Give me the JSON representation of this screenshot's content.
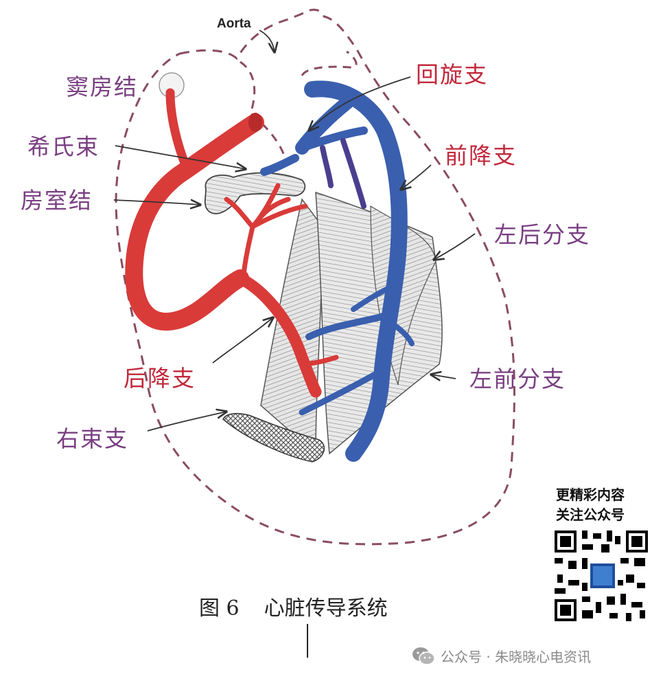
{
  "diagram": {
    "aorta": "Aorta",
    "labels": {
      "sa_node": "窦房结",
      "his_bundle": "希氏束",
      "av_node": "房室结",
      "circumflex": "回旋支",
      "lad": "前降支",
      "left_posterior_fascicle": "左后分支",
      "left_anterior_fascicle": "左前分支",
      "pda": "后降支",
      "right_bundle_branch": "右束支"
    },
    "caption_number": "图 6",
    "caption_title": "心脏传导系统"
  },
  "qr": {
    "line1": "更精彩内容",
    "line2": "关注公众号"
  },
  "watermark": "公众号 · 朱晓晓心电资讯",
  "colors": {
    "artery_red": "#d93b39",
    "artery_blue": "#3a5fae",
    "label_purple": "#7a3f82",
    "label_red": "#c2283b",
    "outline": "#8a4c5e"
  }
}
